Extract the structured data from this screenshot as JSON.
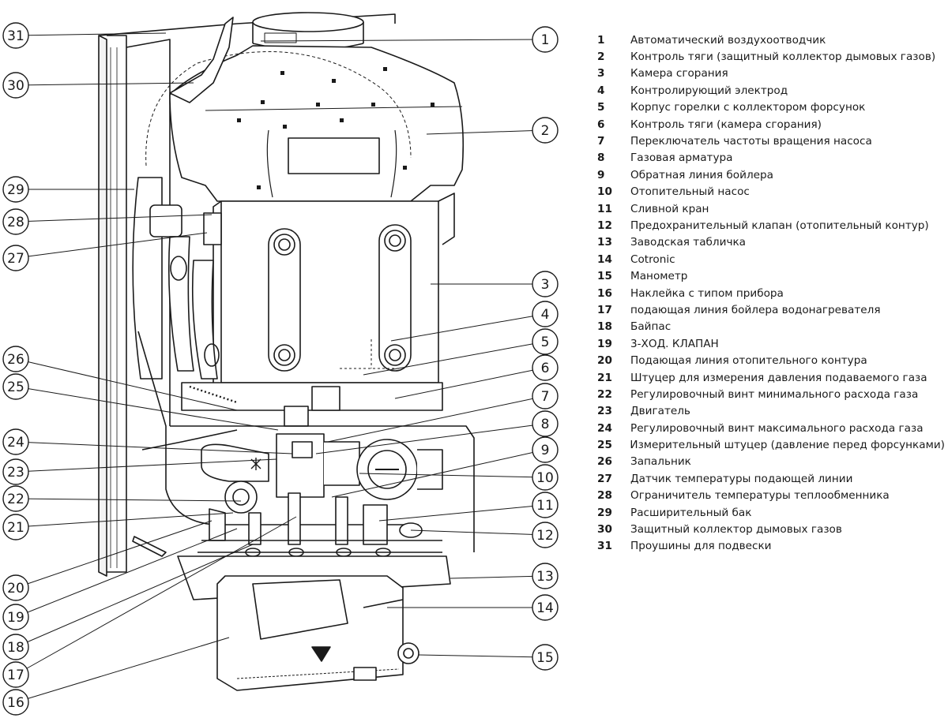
{
  "legend": [
    {
      "num": "1",
      "text": "Автоматический воздухоотводчик"
    },
    {
      "num": "2",
      "text": "Контроль тяги (защитный коллектор дымовых газов)"
    },
    {
      "num": "3",
      "text": "Камера сгорания"
    },
    {
      "num": "4",
      "text": "Контролирующий электрод"
    },
    {
      "num": "5",
      "text": "Корпус горелки с коллектором форсунок"
    },
    {
      "num": "6",
      "text": "Контроль тяги (камера сгорания)"
    },
    {
      "num": "7",
      "text": "Переключатель частоты вращения насоса"
    },
    {
      "num": "8",
      "text": "Газовая арматура"
    },
    {
      "num": "9",
      "text": "Обратная линия бойлера"
    },
    {
      "num": "10",
      "text": "Отопительный насос"
    },
    {
      "num": "11",
      "text": "Сливной кран"
    },
    {
      "num": "12",
      "text": "Предохранительный клапан (отопительный контур)"
    },
    {
      "num": "13",
      "text": "Заводская табличка"
    },
    {
      "num": "14",
      "text": "Cotronic"
    },
    {
      "num": "15",
      "text": "Манометр"
    },
    {
      "num": "16",
      "text": "Наклейка с типом прибора"
    },
    {
      "num": "17",
      "text": "подающая линия бойлера водонагревателя"
    },
    {
      "num": "18",
      "text": "Байпас"
    },
    {
      "num": "19",
      "text": "3-ХОД. КЛАПАН"
    },
    {
      "num": "20",
      "text": "Подающая линия отопительного контура"
    },
    {
      "num": "21",
      "text": "Штуцер для измерения давления подаваемого газа"
    },
    {
      "num": "22",
      "text": "Регулировочный винт минимального расхода газа"
    },
    {
      "num": "23",
      "text": "Двигатель"
    },
    {
      "num": "24",
      "text": "Регулировочный винт максимального расхода газа"
    },
    {
      "num": "25",
      "text": "Измерительный штуцер (давление перед форсунками)"
    },
    {
      "num": "26",
      "text": "Запальник"
    },
    {
      "num": "27",
      "text": "Датчик температуры подающей линии"
    },
    {
      "num": "28",
      "text": "Ограничитель температуры теплообменника"
    },
    {
      "num": "29",
      "text": "Расширительный бак"
    },
    {
      "num": "30",
      "text": "Защитный коллектор дымовых газов"
    },
    {
      "num": "31",
      "text": "Проушины для подвески"
    }
  ]
}
